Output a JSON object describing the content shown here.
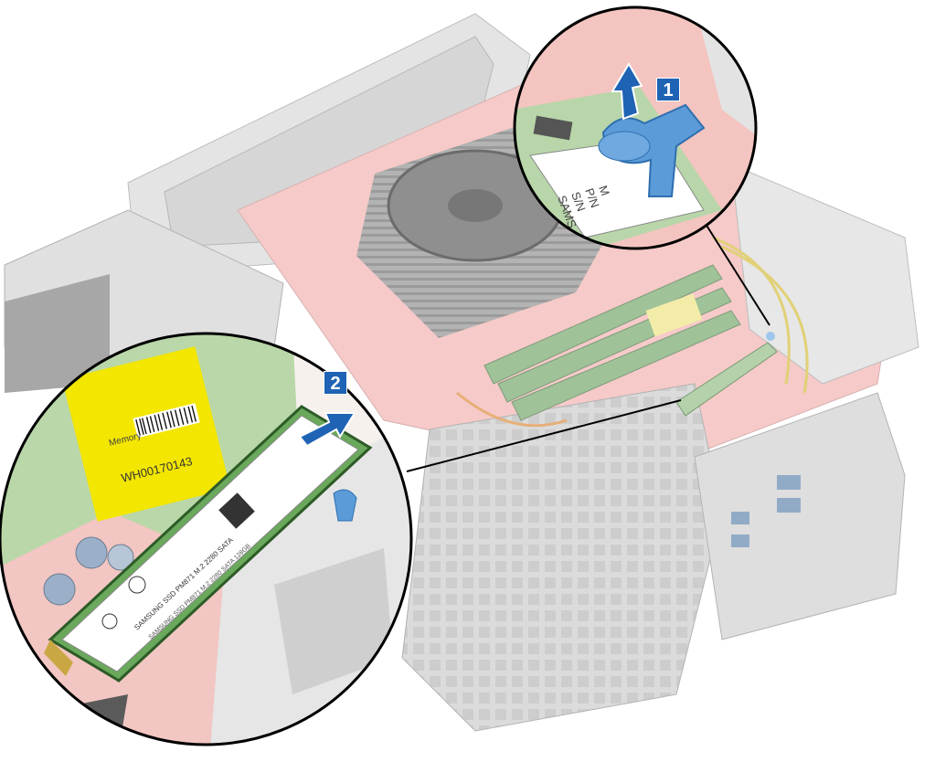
{
  "callouts": {
    "step1": {
      "number": "1"
    },
    "step2": {
      "number": "2"
    }
  },
  "labels": {
    "memory": "Memory",
    "barcode_text": "WH00170143",
    "ssd_brand": "SAMSUNG SSD PM871 M.2 2280 SATA",
    "ssd_model": "SAMSUNG SSD PM871 M.2 2280 SATA 128GB",
    "clip_label_lines": [
      "M",
      "P/N",
      "S/N",
      "SAMS"
    ]
  },
  "colors": {
    "step_badge": "#1f63b4",
    "arrow": "#1f63b4",
    "clip_blue": "#5b9bd8",
    "board_red": "#d9534f",
    "ssd_green": "#6aa85c",
    "chassis_gray": "#c8c8c8",
    "label_yellow": "#f3e600"
  },
  "icons": {
    "step1": "up-arrow-icon",
    "step2": "slide-out-arrow-icon"
  }
}
